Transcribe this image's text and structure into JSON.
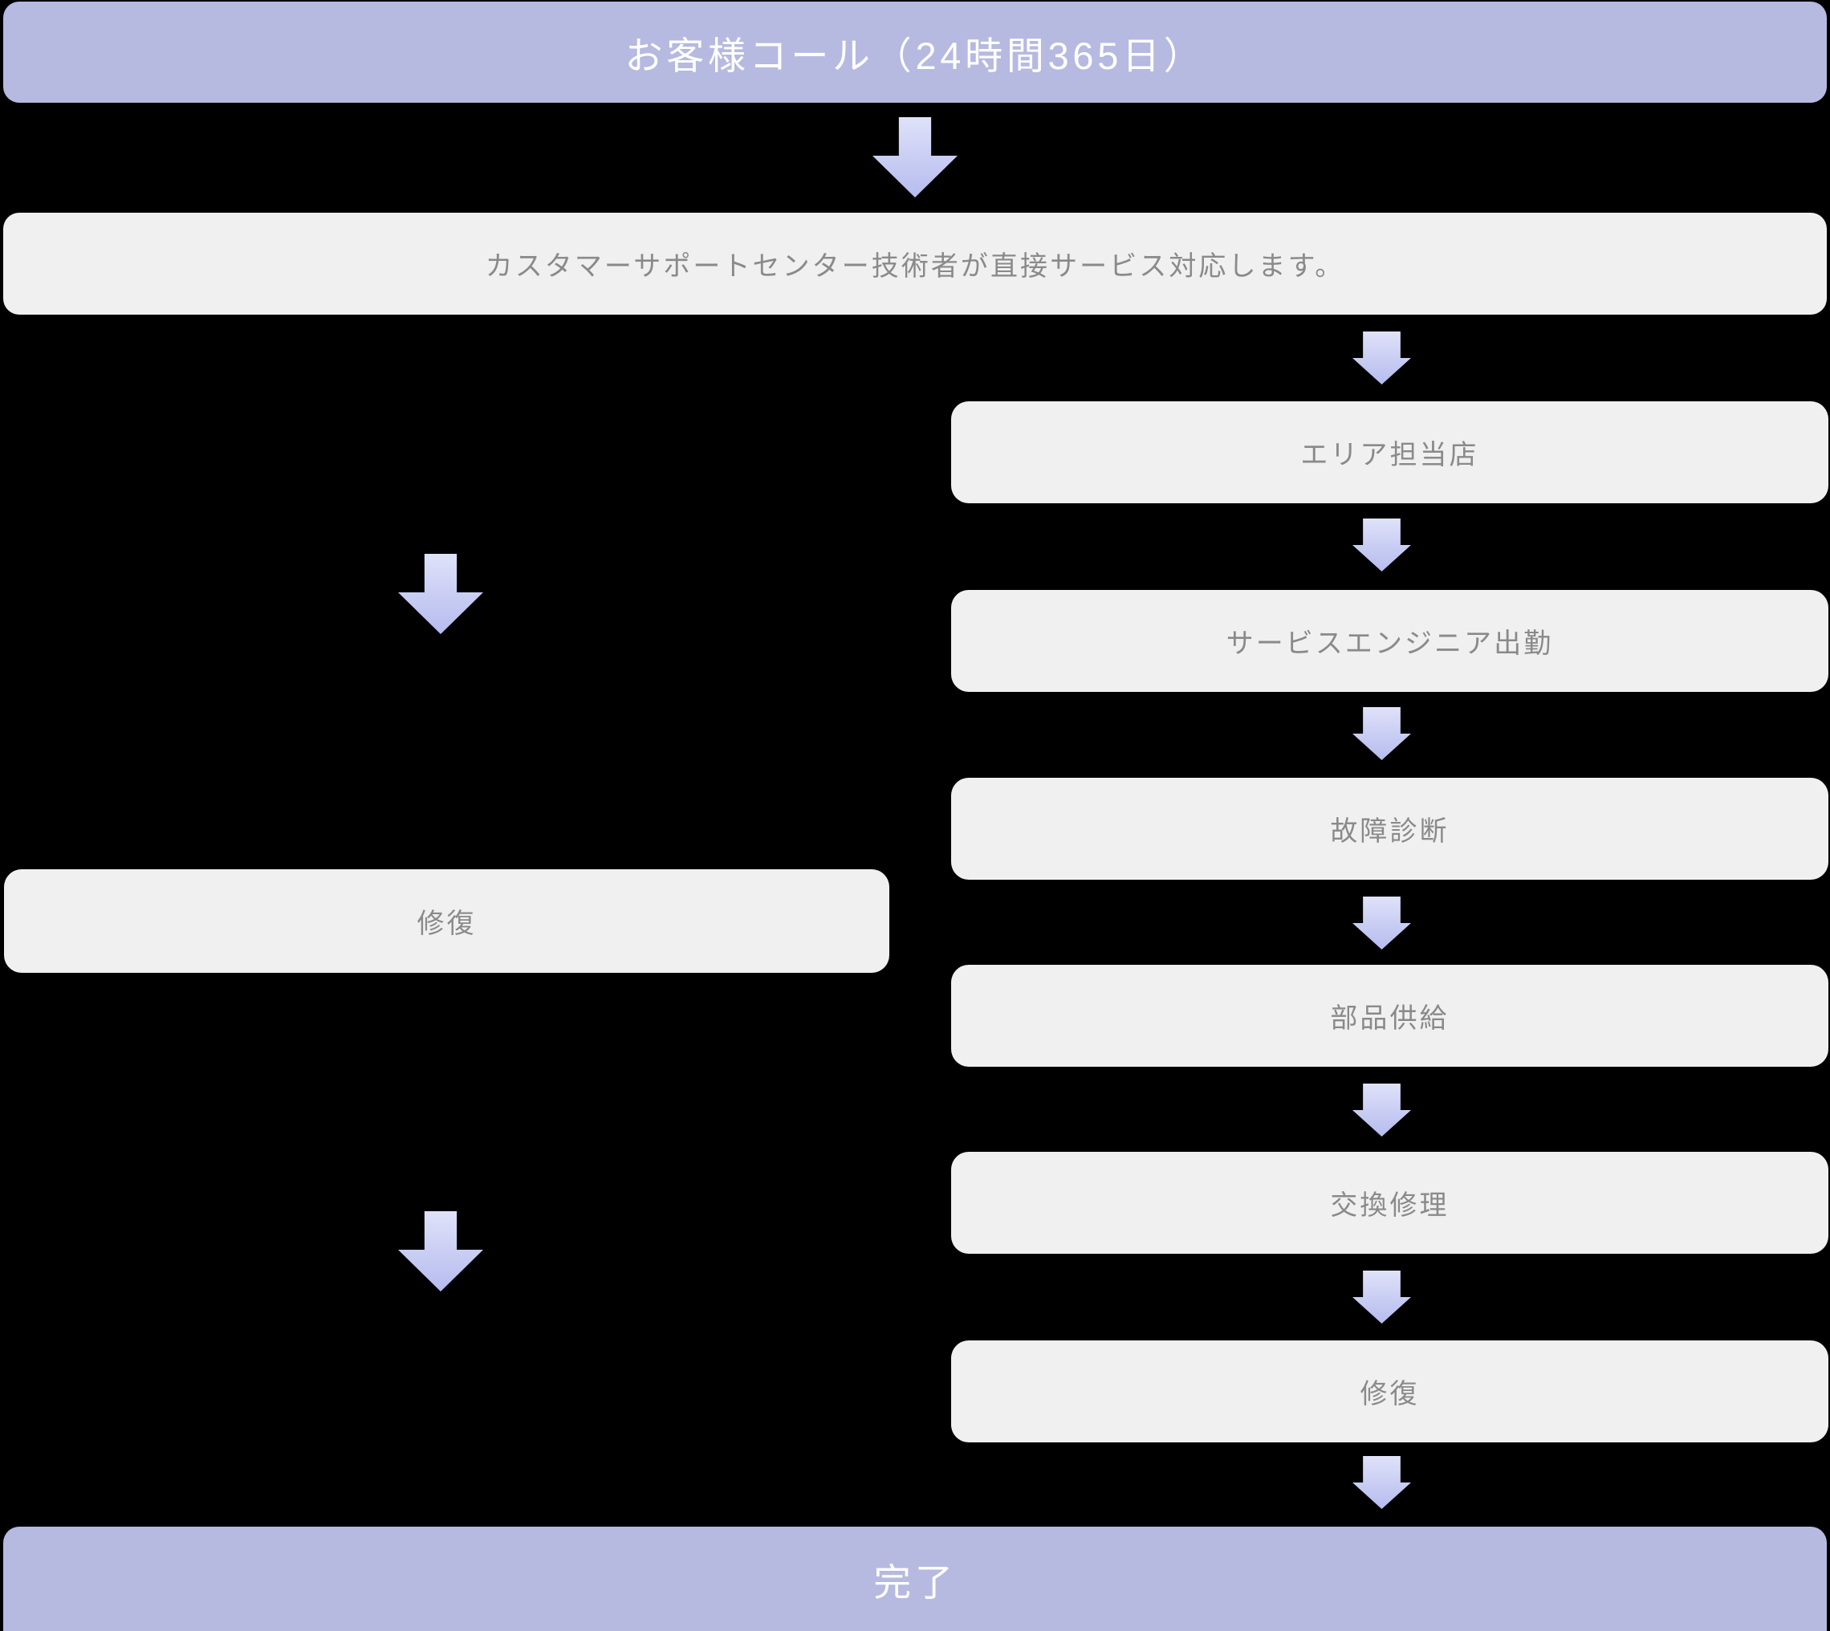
{
  "diagram": {
    "title_bar": "お客様コール（24時間365日）",
    "intro_bar": "カスタマーサポートセンター技術者が直接サービス対応します。",
    "right_steps": [
      "エリア担当店",
      "サービスエンジニア出勤",
      "故障診断",
      "部品供給",
      "交換修理",
      "修復"
    ],
    "left_step": "修復",
    "end_bar": "完了"
  },
  "colors": {
    "background": "#000000",
    "accent_bar": "#b6b9e0",
    "bar_text": "#ffffff",
    "step_box": "#f0f0f0",
    "step_text": "#8a8a8a",
    "arrow_light": "#e0e2f9",
    "arrow_dark": "#b6bcee"
  }
}
